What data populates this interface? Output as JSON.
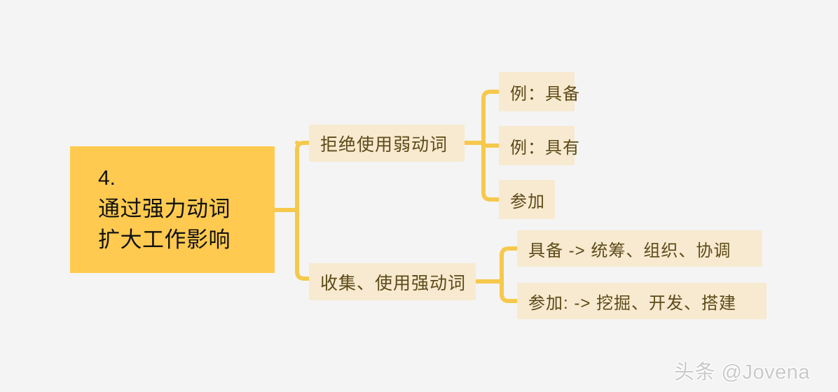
{
  "page": {
    "background_color": "#f4f4f4",
    "watermark": "头条 @Jovena"
  },
  "theme": {
    "root_fill": "#ffca4f",
    "node_fill": "#f8ead0",
    "connector_color": "#f6c84c",
    "node_text_color": "#5c4a18",
    "root_text_color": "#111111",
    "watermark_color": "#c9c9c9"
  },
  "mindmap": {
    "root": {
      "number": "4.",
      "line1": "通过强力动词",
      "line2": "扩大工作影响"
    },
    "branches": [
      {
        "label": "拒绝使用弱动词",
        "children": [
          {
            "label": "例：具备"
          },
          {
            "label": "例：具有"
          },
          {
            "label": "参加"
          }
        ]
      },
      {
        "label": "收集、使用强动词",
        "children": [
          {
            "label": "具备 ->  统筹、组织、协调"
          },
          {
            "label": "参加: -> 挖掘、开发、搭建"
          }
        ]
      }
    ]
  }
}
